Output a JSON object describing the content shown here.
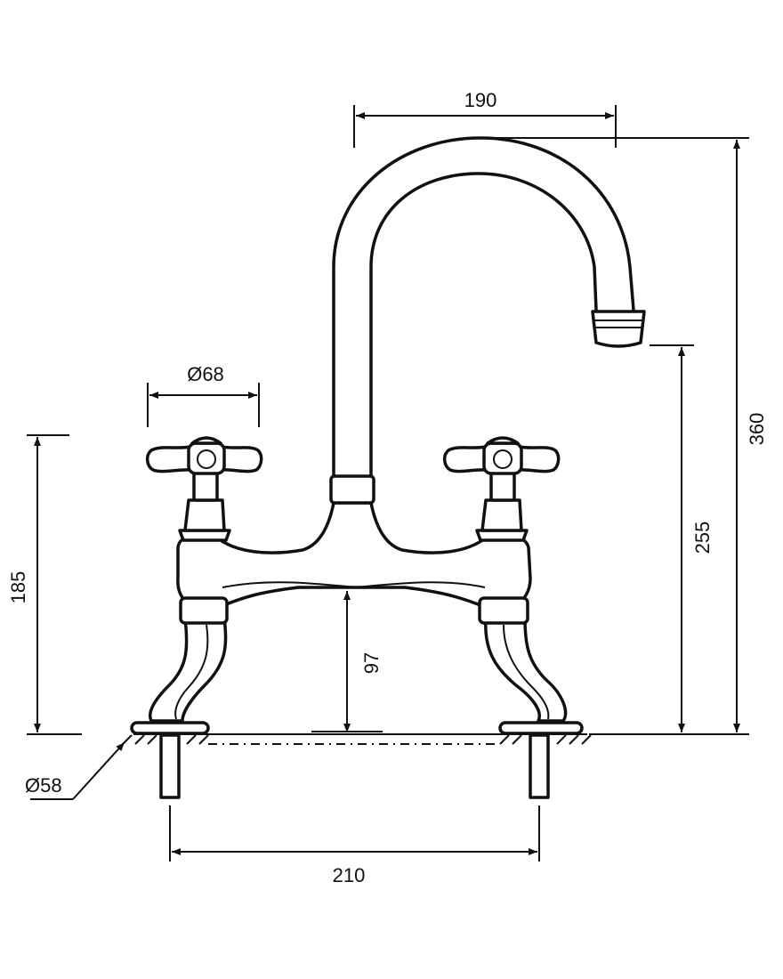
{
  "dimensions": {
    "spout_reach": "190",
    "total_height": "360",
    "spout_outlet_height": "255",
    "handle_height": "185",
    "handle_diameter": "Ø68",
    "bridge_clearance": "97",
    "base_diameter": "Ø58",
    "centers_distance": "210"
  },
  "colors": {
    "line": "#111111",
    "background": "#ffffff"
  }
}
